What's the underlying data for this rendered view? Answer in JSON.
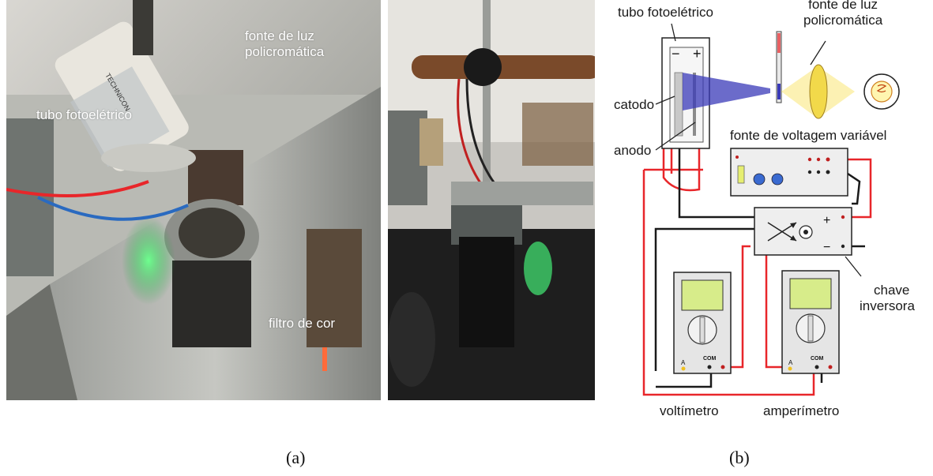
{
  "photo_left": {
    "labels": {
      "light_source": [
        "fonte de luz",
        "policromática"
      ],
      "photo_tube": "tubo fotoelétrico",
      "filter": "filtro de cor"
    },
    "tube_print": "TECHNICON"
  },
  "captions": {
    "a": "(a)",
    "b": "(b)"
  },
  "diagram": {
    "labels": {
      "photo_tube": "tubo fotoelétrico",
      "light_source": [
        "fonte de luz",
        "policromática"
      ],
      "cathode": "catodo",
      "anode": "anodo",
      "power_supply": "fonte de voltagem variável",
      "reversing_switch": [
        "chave",
        "inversora"
      ],
      "voltmeter": "voltímetro",
      "ammeter": "amperímetro"
    },
    "polarity": {
      "minus": "−",
      "plus": "+"
    },
    "meter_terminals": {
      "a": "A",
      "com": "COM"
    },
    "colors": {
      "wire_red": "#e8262a",
      "wire_black": "#1a1a1a",
      "lcd": "#d7ec8a",
      "beam": "#3a3ab8",
      "lens": "#f2d94a"
    }
  }
}
